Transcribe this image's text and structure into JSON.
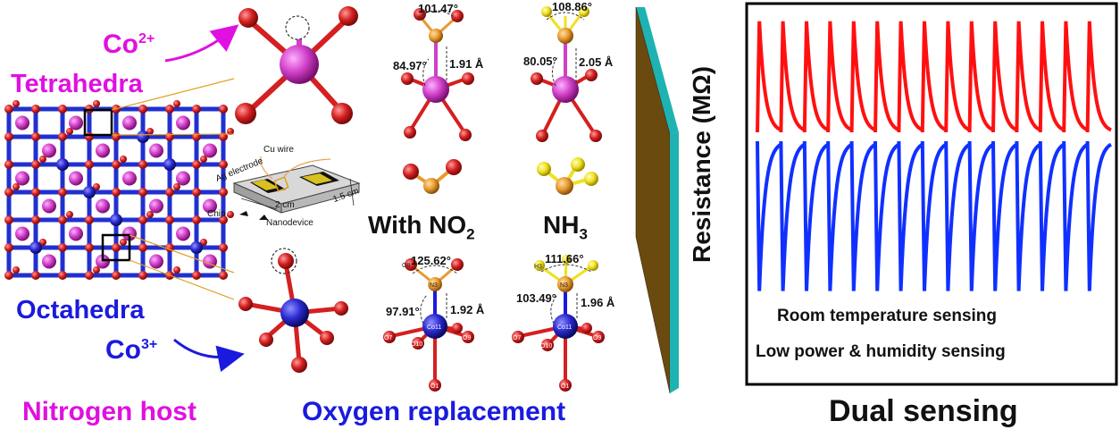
{
  "labels": {
    "co2": "Co",
    "co2_sup": "2+",
    "tetrahedra": "Tetrahedra",
    "octahedra": "Octahedra",
    "co3": "Co",
    "co3_sup": "3+",
    "nitrogen_host": "Nitrogen host",
    "oxygen_replacement": "Oxygen replacement",
    "with_no2": "With NO",
    "with_no2_sub": "2",
    "nh3": "NH",
    "nh3_sub": "3",
    "dual_sensing": "Dual sensing",
    "resistance_axis": "Resistance (MΩ)",
    "room_temp": "Room temperature sensing",
    "low_power": "Low power & humidity sensing"
  },
  "device": {
    "cu_wire": "Cu wire",
    "ag_electrode": "Ag electrode",
    "width": "2 cm",
    "depth": "1.5 cm",
    "chip": "Chip",
    "nanodevice": "Nanodevice"
  },
  "measurements": {
    "tet_no2_angle_top": "101.47°",
    "tet_no2_angle": "84.97°",
    "tet_no2_dist": "1.91 Å",
    "tet_nh3_angle_top": "108.86°",
    "tet_nh3_angle": "80.05°",
    "tet_nh3_dist": "2.05 Å",
    "oct_no2_angle_top": "125.62°",
    "oct_no2_angle": "97.91°",
    "oct_no2_dist": "1.92 Å",
    "oct_nh3_angle_top": "111.66°",
    "oct_nh3_angle": "103.49°",
    "oct_nh3_dist": "1.96 Å"
  },
  "atom_labels": {
    "co11": "Co11",
    "n3": "N3",
    "h": "H3",
    "o7": "O7",
    "o9": "O9",
    "o10": "O10",
    "o8": "O8",
    "o1": "O1"
  },
  "colors": {
    "magenta": "#e010e0",
    "blue": "#1a1adf",
    "red_signal": "#ff1010",
    "blue_signal": "#1030ff",
    "oxygen": "#d42020",
    "co_tet": "#d040c8",
    "co_oct": "#2a2ad0",
    "nitrogen": "#e89a30",
    "hydrogen": "#f0e020",
    "panel_teal": "#1fb2b2",
    "panel_brown": "#6b4a10"
  },
  "chart_data": {
    "type": "line",
    "title": "",
    "xlabel": "",
    "ylabel": "Resistance (MΩ)",
    "cycles": 15,
    "series": [
      {
        "name": "",
        "color": "#ff1010",
        "trend": "spikes up then decays"
      },
      {
        "name": "",
        "color": "#1030ff",
        "trend": "drops then recovers"
      }
    ]
  }
}
